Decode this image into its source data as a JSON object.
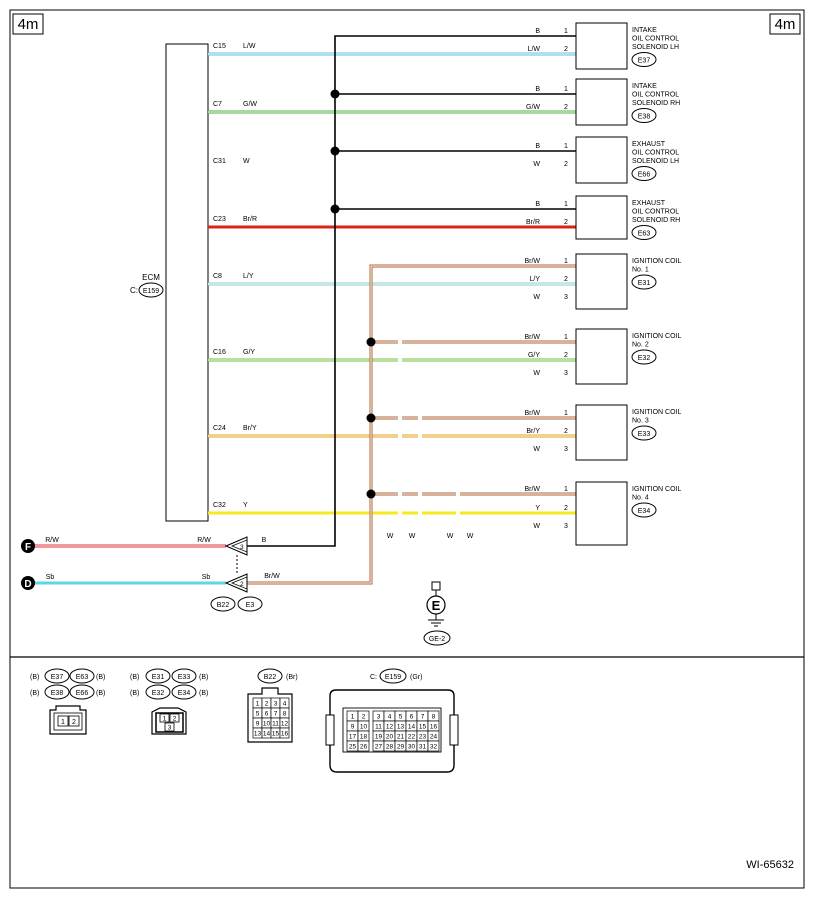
{
  "corner_labels": [
    "4m",
    "4m"
  ],
  "ecm": {
    "title": "ECM",
    "prefix": "C:",
    "code": "E159"
  },
  "colors": {
    "black": "#000000",
    "lw": "#63bfe6",
    "gw": "#52b046",
    "br_r": "#d9231a",
    "ly": "#8ccfc9",
    "gy": "#6fc040",
    "br_y": "#e3a21a",
    "y": "#f4ea1f",
    "br_w": "#b3663a",
    "r_w": "#e0303a",
    "sb": "#5fd6e8"
  },
  "wires": [
    {
      "pin": "C15",
      "left_color": "L/W",
      "right_color": "L/W"
    },
    {
      "pin": "C7",
      "left_color": "G/W",
      "right_color": "G/W"
    },
    {
      "pin": "C31",
      "left_color": "W",
      "right_color": "W"
    },
    {
      "pin": "C23",
      "left_color": "Br/R",
      "right_color": "Br/R"
    },
    {
      "pin": "C8",
      "left_color": "L/Y",
      "right_color": "L/Y"
    },
    {
      "pin": "C16",
      "left_color": "G/Y",
      "right_color": "G/Y"
    },
    {
      "pin": "C24",
      "left_color": "Br/Y",
      "right_color": "Br/Y"
    },
    {
      "pin": "C32",
      "left_color": "Y",
      "right_color": "Y"
    }
  ],
  "components": [
    {
      "name_lines": [
        "INTAKE",
        "OIL CONTROL",
        "SOLENOID LH"
      ],
      "code": "E37",
      "pins": [
        {
          "color": "B",
          "num": "1"
        },
        {
          "color": "L/W",
          "num": "2"
        }
      ]
    },
    {
      "name_lines": [
        "INTAKE",
        "OIL CONTROL",
        "SOLENOID RH"
      ],
      "code": "E38",
      "pins": [
        {
          "color": "B",
          "num": "1"
        },
        {
          "color": "G/W",
          "num": "2"
        }
      ]
    },
    {
      "name_lines": [
        "EXHAUST",
        "OIL CONTROL",
        "SOLENOID LH"
      ],
      "code": "E66",
      "pins": [
        {
          "color": "B",
          "num": "1"
        },
        {
          "color": "W",
          "num": "2"
        }
      ]
    },
    {
      "name_lines": [
        "EXHAUST",
        "OIL CONTROL",
        "SOLENOID RH"
      ],
      "code": "E63",
      "pins": [
        {
          "color": "B",
          "num": "1"
        },
        {
          "color": "Br/R",
          "num": "2"
        }
      ]
    },
    {
      "name_lines": [
        "IGNITION COIL",
        "No. 1"
      ],
      "code": "E31",
      "pins": [
        {
          "color": "Br/W",
          "num": "1"
        },
        {
          "color": "L/Y",
          "num": "2"
        },
        {
          "color": "W",
          "num": "3"
        }
      ]
    },
    {
      "name_lines": [
        "IGNITION COIL",
        "No. 2"
      ],
      "code": "E32",
      "pins": [
        {
          "color": "Br/W",
          "num": "1"
        },
        {
          "color": "G/Y",
          "num": "2"
        },
        {
          "color": "W",
          "num": "3"
        }
      ]
    },
    {
      "name_lines": [
        "IGNITION COIL",
        "No. 3"
      ],
      "code": "E33",
      "pins": [
        {
          "color": "Br/W",
          "num": "1"
        },
        {
          "color": "Br/Y",
          "num": "2"
        },
        {
          "color": "W",
          "num": "3"
        }
      ]
    },
    {
      "name_lines": [
        "IGNITION COIL",
        "No. 4"
      ],
      "code": "E34",
      "pins": [
        {
          "color": "Br/W",
          "num": "1"
        },
        {
          "color": "Y",
          "num": "2"
        },
        {
          "color": "W",
          "num": "3"
        }
      ]
    }
  ],
  "bottom_w_labels": [
    "W",
    "W",
    "W",
    "W"
  ],
  "connectors": {
    "f": {
      "ref": "F",
      "left_color": "R/W",
      "right_color": "R/W",
      "out_color": "B",
      "pin": "3"
    },
    "d": {
      "ref": "D",
      "left_color": "Sb",
      "right_color": "Sb",
      "out_color": "Br/W",
      "pin": "2"
    },
    "codes": [
      "B22",
      "E3"
    ]
  },
  "ground": {
    "symbol": "E",
    "code": "GE-2"
  },
  "legend": {
    "group1": {
      "prefix": "(B)",
      "suffix": "(B)",
      "codes": [
        "E37",
        "E63",
        "E38",
        "E66"
      ],
      "pins": [
        "1",
        "2"
      ]
    },
    "group2": {
      "prefix": "(B)",
      "suffix": "(B)",
      "codes": [
        "E31",
        "E33",
        "E32",
        "E34"
      ],
      "pins": [
        "1",
        "2",
        "3"
      ]
    },
    "group3": {
      "code": "B22",
      "color": "(Br)",
      "pins": [
        "1",
        "2",
        "3",
        "4",
        "5",
        "6",
        "7",
        "8",
        "9",
        "10",
        "11",
        "12",
        "13",
        "14",
        "15",
        "16"
      ]
    },
    "group4": {
      "prefix": "C:",
      "code": "E159",
      "color": "(Gr)",
      "pins": [
        "1",
        "2",
        "3",
        "4",
        "5",
        "6",
        "7",
        "8",
        "9",
        "10",
        "11",
        "12",
        "13",
        "14",
        "15",
        "16",
        "17",
        "18",
        "19",
        "20",
        "21",
        "22",
        "23",
        "24",
        "25",
        "26",
        "27",
        "28",
        "29",
        "30",
        "31",
        "32"
      ]
    }
  },
  "figure_id": "WI-65632"
}
